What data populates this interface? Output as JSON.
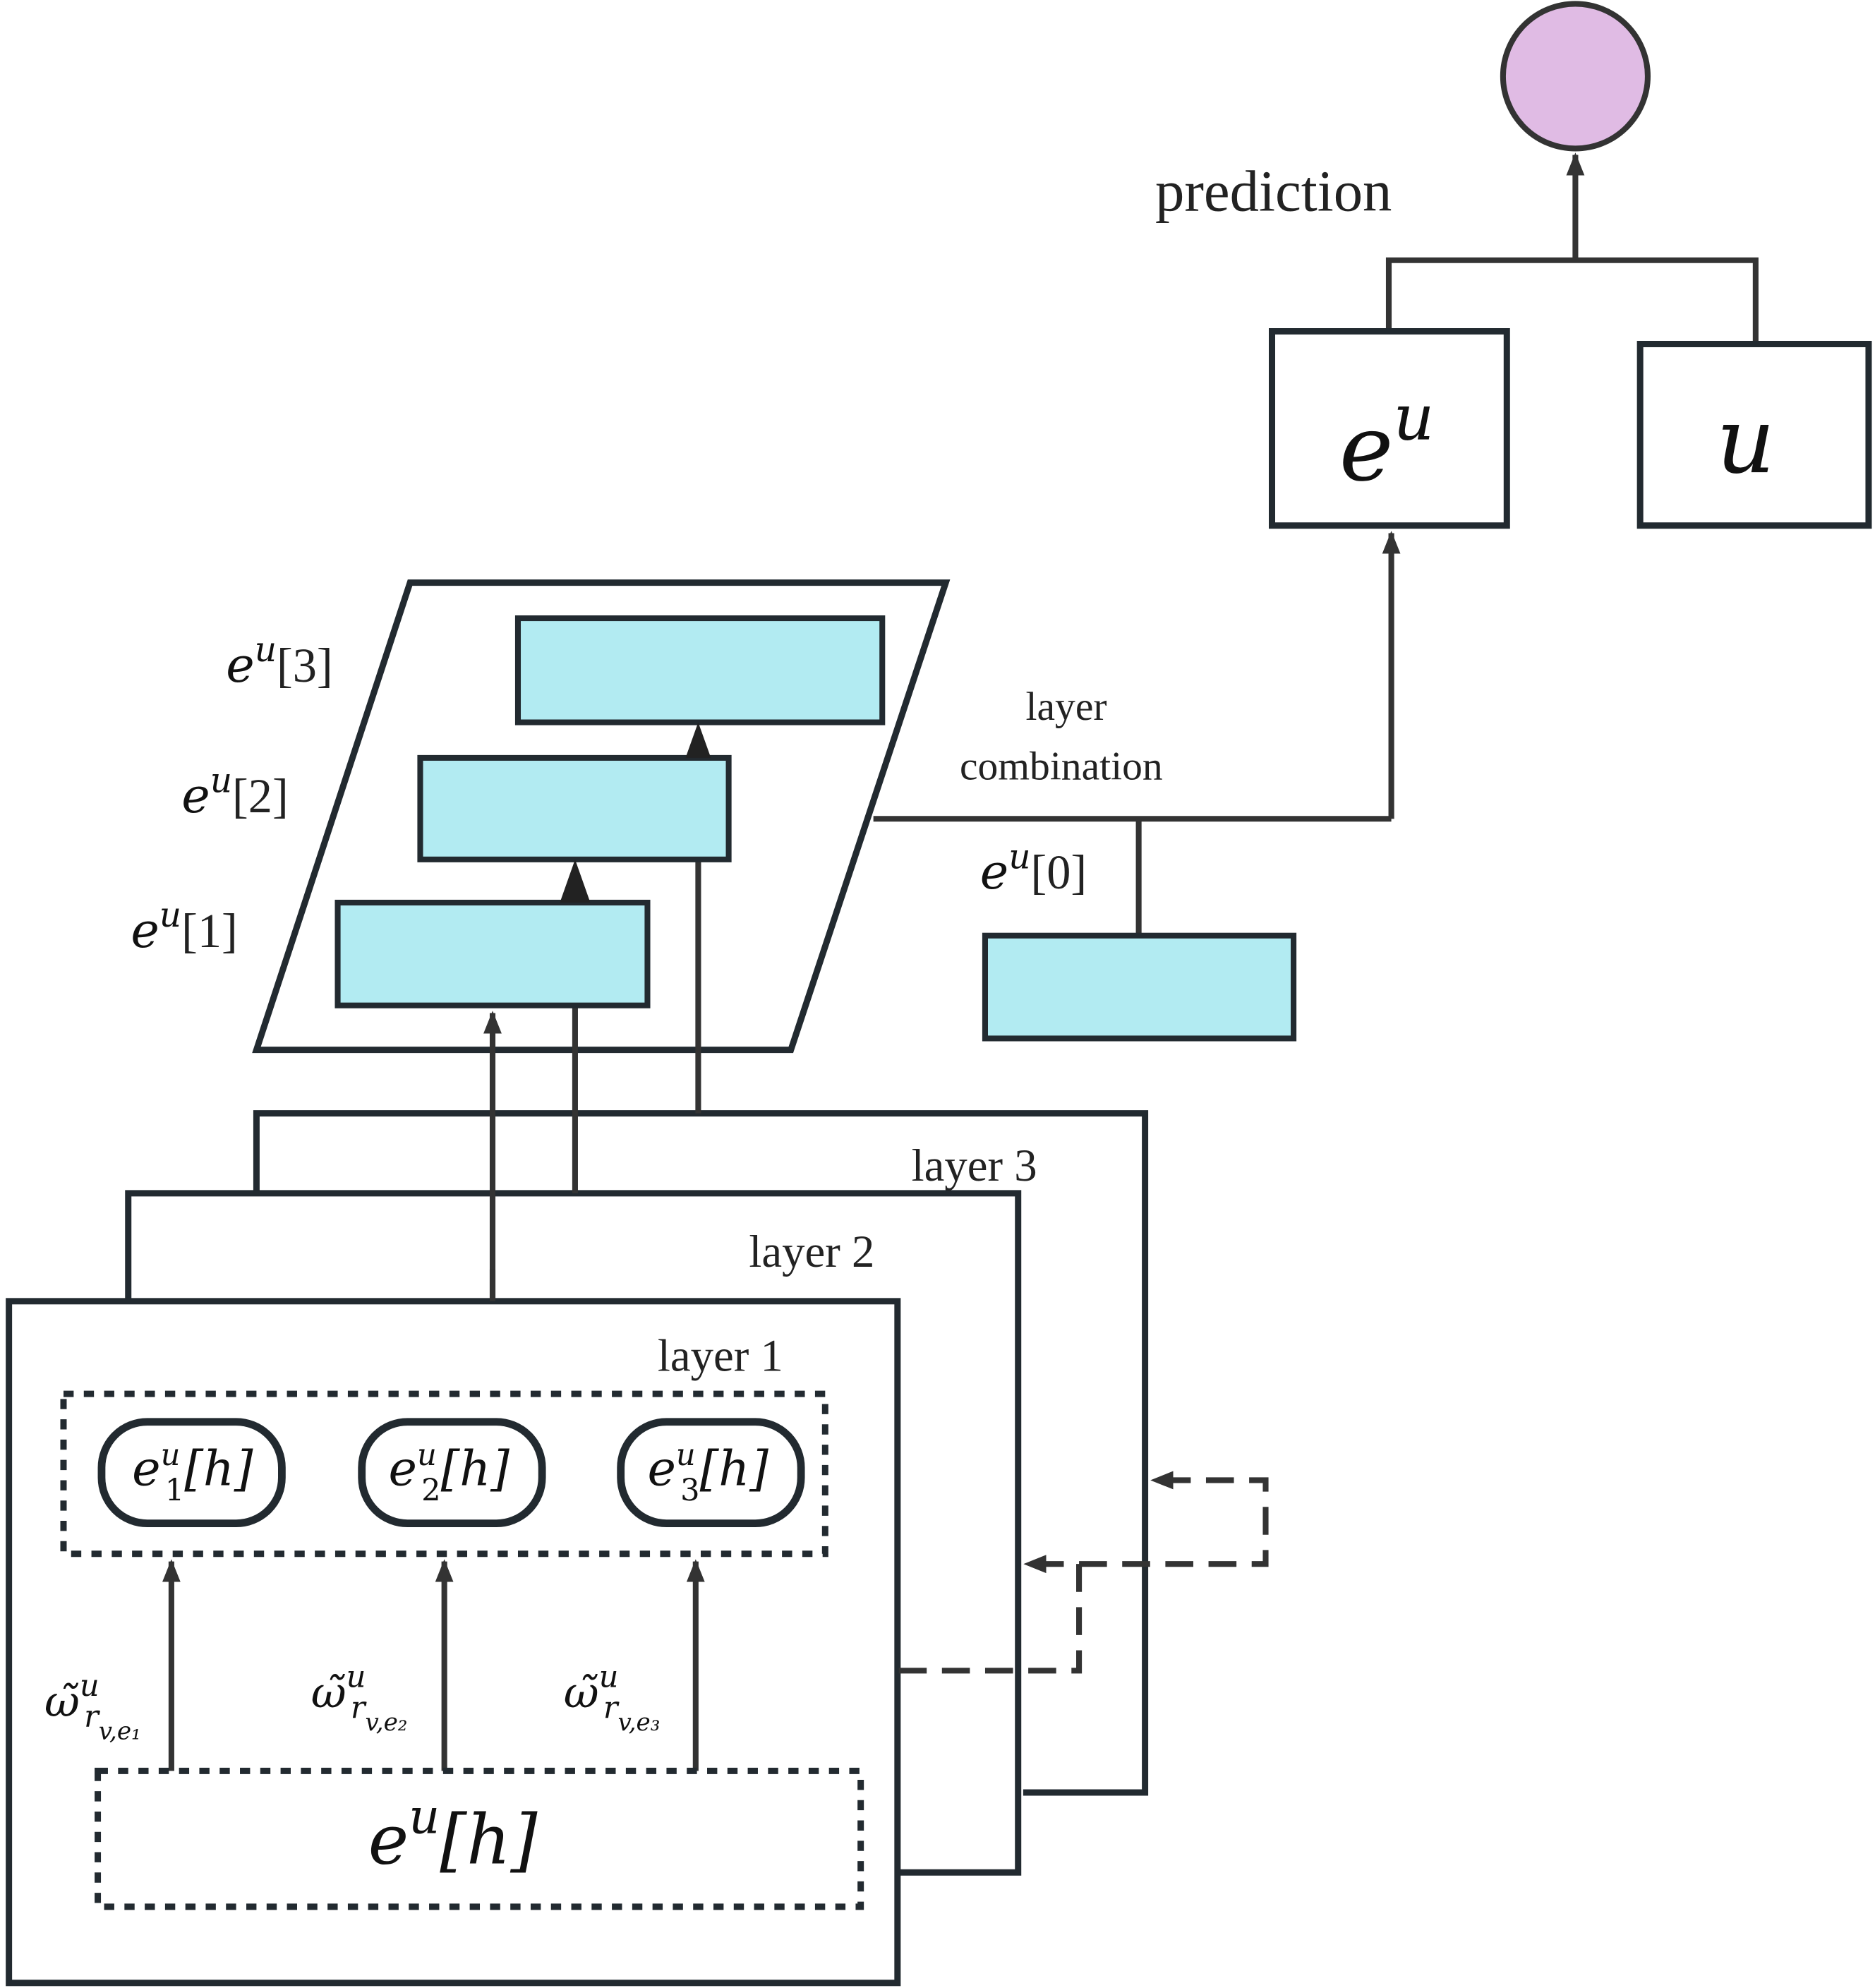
{
  "colors": {
    "prediction_node": "#e0bbe4",
    "embedding_block": "#b2ebf2",
    "stroke": "#333333"
  },
  "prediction": {
    "label": "prediction"
  },
  "output_boxes": {
    "user_embedding": {
      "base": "e",
      "sup": "u"
    },
    "user": {
      "base": "u"
    }
  },
  "combination": {
    "line1": "layer",
    "line2": "combination"
  },
  "layer_embeddings": [
    {
      "base": "e",
      "sup": "u",
      "suffix": "[0]"
    },
    {
      "base": "e",
      "sup": "u",
      "suffix": "[1]"
    },
    {
      "base": "e",
      "sup": "u",
      "suffix": "[2]"
    },
    {
      "base": "e",
      "sup": "u",
      "suffix": "[3]"
    }
  ],
  "layers": [
    "layer 1",
    "layer 2",
    "layer 3"
  ],
  "entity_nodes": [
    {
      "base": "e",
      "sup": "u",
      "sub": "1",
      "suffix": "[h]"
    },
    {
      "base": "e",
      "sup": "u",
      "sub": "2",
      "suffix": "[h]"
    },
    {
      "base": "e",
      "sup": "u",
      "sub": "3",
      "suffix": "[h]"
    }
  ],
  "weights": [
    {
      "base": "ω̃",
      "sup": "u",
      "sub": "r",
      "subsub": "v,e₁"
    },
    {
      "base": "ω̃",
      "sup": "u",
      "sub": "r",
      "subsub": "v,e₂"
    },
    {
      "base": "ω̃",
      "sup": "u",
      "sub": "r",
      "subsub": "v,e₃"
    }
  ],
  "input": {
    "base": "e",
    "sup": "u",
    "suffix": "[h]"
  }
}
